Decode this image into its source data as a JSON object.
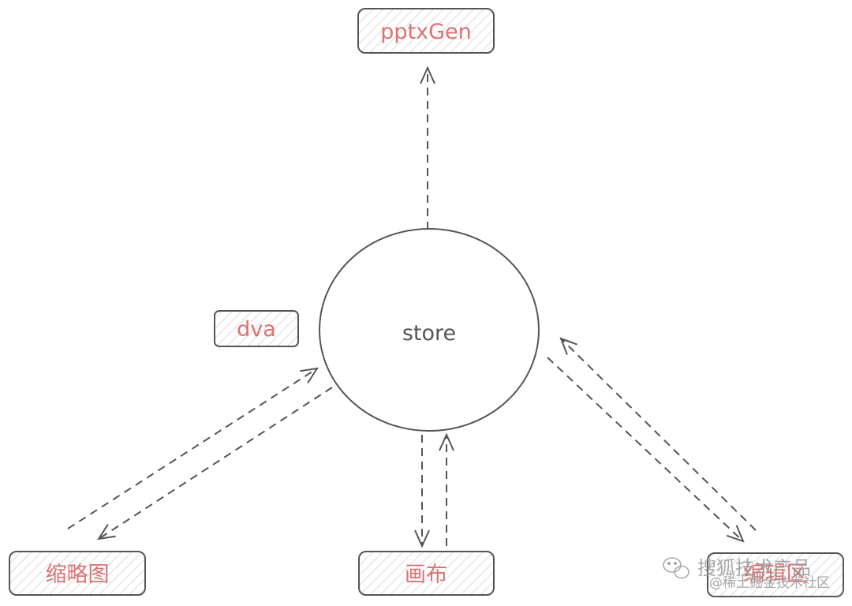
{
  "nodes": {
    "pptxgen": "pptxGen",
    "store": "store",
    "dva": "dva",
    "thumbnail": "缩略图",
    "canvas": "画布",
    "editor": "编辑区"
  },
  "watermark": {
    "line1": "搜狐技术产品",
    "line2": "@稀土掘金技术社区"
  },
  "colors": {
    "label": "#d97474",
    "stroke": "#555555",
    "store_text": "#555555",
    "hatch": "#e6e6e6",
    "watermark": "#9a9a9a"
  }
}
